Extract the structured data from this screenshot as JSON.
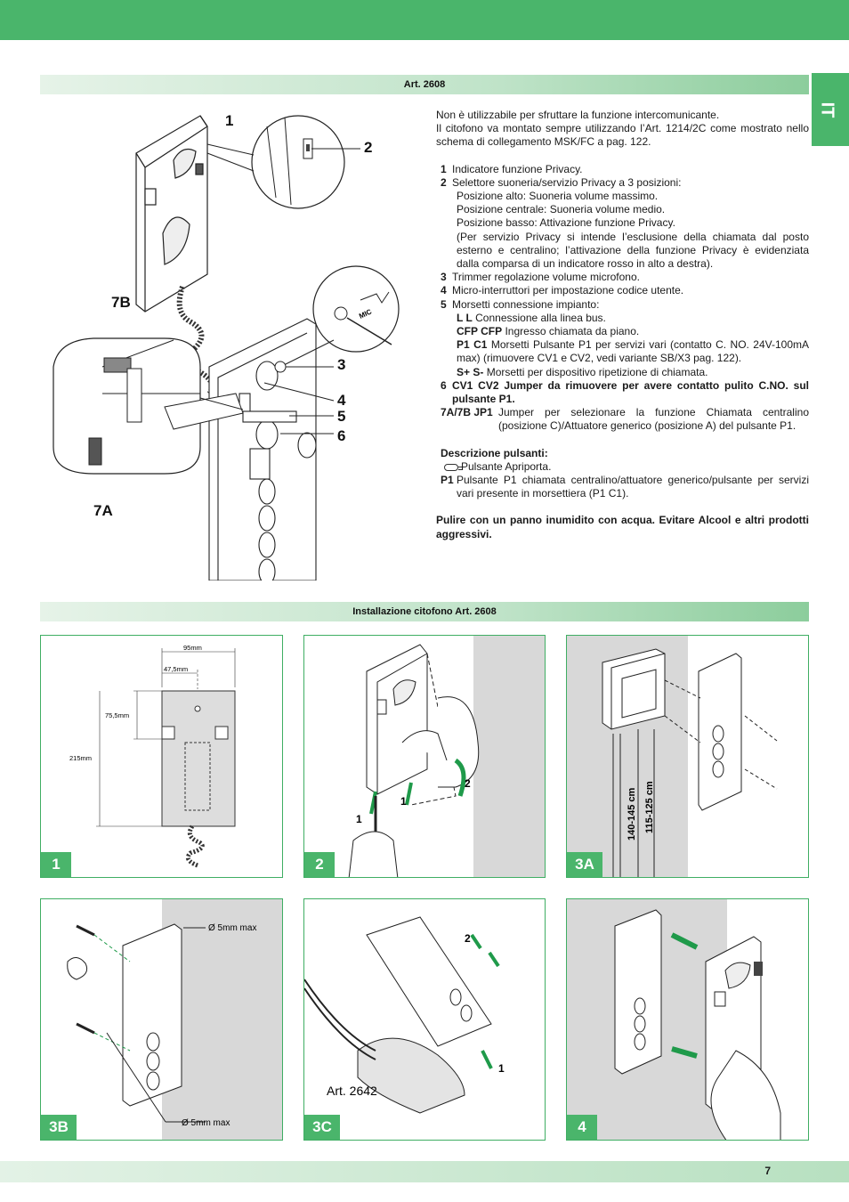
{
  "section1_title": "Art. 2608",
  "section2_title": "Installazione citofono Art. 2608",
  "lang_tab": "IT",
  "page_number": "7",
  "intro": {
    "line1": "Non è utilizzabile per sfruttare la funzione intercomunicante.",
    "line2": "Il citofono va montato sempre utilizzando l’Art. 1214/2C come mostrato nello schema di collegamento  MSK/FC a pag. 122."
  },
  "items": [
    {
      "num": "1",
      "text": "Indicatore funzione Privacy."
    },
    {
      "num": "2",
      "text": "Selettore suoneria/servizio Privacy a 3 posizioni:",
      "sub": [
        "Posizione alto: Suoneria volume massimo.",
        "Posizione centrale: Suoneria volume medio.",
        "Posizione basso: Attivazione funzione Privacy.",
        "(Per servizio Privacy si intende l’esclusione della chiamata dal posto esterno e centralino; l’attivazione della funzione Privacy è evidenziata dalla comparsa di un indicatore rosso in alto a destra)."
      ]
    },
    {
      "num": "3",
      "text": "Trimmer regolazione volume microfono."
    },
    {
      "num": "4",
      "text": "Micro-interruttori per impostazione codice utente."
    },
    {
      "num": "5",
      "text": "Morsetti connessione impianto:",
      "terminals": [
        {
          "key": "L L",
          "desc": "Connessione alla linea bus."
        },
        {
          "key": "CFP CFP",
          "desc": "Ingresso chiamata da piano."
        },
        {
          "key": "P1 C1",
          "desc": "Morsetti Pulsante P1 per servizi vari (contatto C. NO. 24V-100mA max) (rimuovere CV1 e CV2, vedi variante SB/X3 pag. 122)."
        },
        {
          "key": "S+ S-",
          "desc": "Morsetti per dispositivo ripetizione di chiamata."
        }
      ]
    },
    {
      "num": "6",
      "text": "CV1 CV2 Jumper da rimuovere per avere contatto pulito C.NO. sul pulsante P1."
    },
    {
      "num": "7A/7B",
      "key": "JP1",
      "text": "Jumper per selezionare la funzione Chiamata centralino (posizione C)/Attuatore generico (posizione A) del pulsante P1."
    }
  ],
  "buttons_title": "Descrizione pulsanti:",
  "buttons": [
    {
      "icon": "key-icon",
      "text": "Pulsante Apriporta."
    },
    {
      "num": "P1",
      "text": "Pulsante P1 chiamata centralino/attuatore generico/pulsante per servizi vari presente in morsettiera (P1 C1)."
    }
  ],
  "warning": "Pulire con un panno inumidito con acqua. Evitare Alcool e altri prodotti aggressivi.",
  "main_callouts": [
    "1",
    "2",
    "3",
    "4",
    "5",
    "6",
    "7A",
    "7B"
  ],
  "mic_label": "MIC",
  "panels": [
    {
      "label": "1",
      "dims": {
        "width": "95mm",
        "half": "47,5mm",
        "offset": "75,5mm",
        "height": "215mm"
      }
    },
    {
      "label": "2",
      "steps": [
        "1",
        "1",
        "2"
      ]
    },
    {
      "label": "3A",
      "heights": [
        "140-145 cm",
        "115-125 cm"
      ]
    },
    {
      "label": "3B",
      "notes": [
        "Ø 5mm max",
        "Ø 5mm max"
      ]
    },
    {
      "label": "3C",
      "steps": [
        "2",
        "1"
      ],
      "accessory": "Art. 2642"
    },
    {
      "label": "4"
    }
  ],
  "colors": {
    "green": "#4ab56b",
    "arrow_green": "#1f9a4a",
    "panel_border": "#3fae63",
    "wall_gray": "#d8d8d8"
  }
}
